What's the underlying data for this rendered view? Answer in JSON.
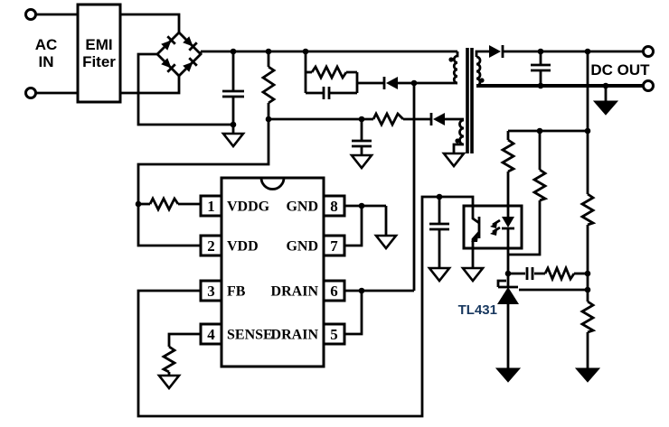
{
  "colors": {
    "wire": "#000000",
    "background": "#ffffff",
    "tl431_label": "#17375e"
  },
  "labels": {
    "ac_in_line1": "AC",
    "ac_in_line2": "IN",
    "emi_line1": "EMI",
    "emi_line2": "Fiter",
    "dc_out": "DC OUT",
    "tl431": "TL431"
  },
  "ic": {
    "pins_left": [
      {
        "number": "1",
        "name": "VDDG"
      },
      {
        "number": "2",
        "name": "VDD"
      },
      {
        "number": "3",
        "name": "FB"
      },
      {
        "number": "4",
        "name": "SENSE"
      }
    ],
    "pins_right": [
      {
        "number": "8",
        "name": "GND"
      },
      {
        "number": "7",
        "name": "GND"
      },
      {
        "number": "6",
        "name": "DRAIN"
      },
      {
        "number": "5",
        "name": "DRAIN"
      }
    ]
  }
}
